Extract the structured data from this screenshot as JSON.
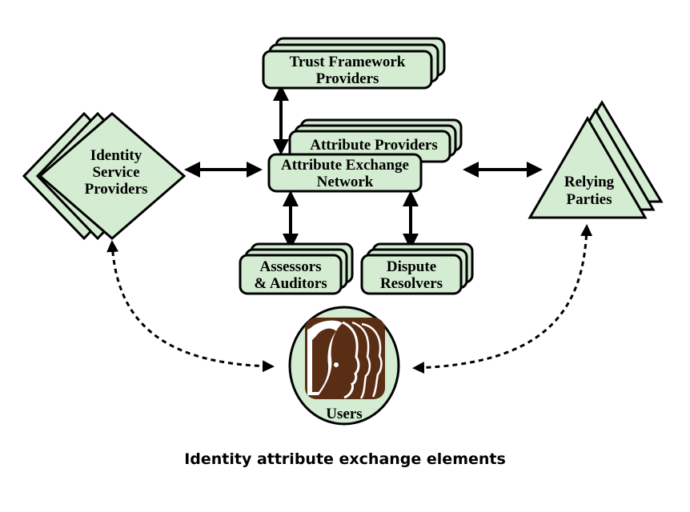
{
  "colors": {
    "node_fill": "#d4ecd1",
    "stroke": "#000000",
    "users_fill": "#d4ecd1",
    "face_fill": "#5a2e14"
  },
  "nodes": {
    "trust_framework": {
      "line1": "Trust Framework",
      "line2": "Providers"
    },
    "attribute_providers": {
      "line1": "Attribute Providers"
    },
    "attribute_exchange": {
      "line1": "Attribute Exchange",
      "line2": "Network"
    },
    "identity_service": {
      "line1": "Identity",
      "line2": "Service",
      "line3": "Providers"
    },
    "relying_parties": {
      "line1": "Relying",
      "line2": "Parties"
    },
    "assessors": {
      "line1": "Assessors",
      "line2": "& Auditors"
    },
    "dispute": {
      "line1": "Dispute",
      "line2": "Resolvers"
    },
    "users": {
      "label": "Users",
      "icon": "people-profile-icon"
    }
  },
  "caption": "Identity attribute exchange elements"
}
